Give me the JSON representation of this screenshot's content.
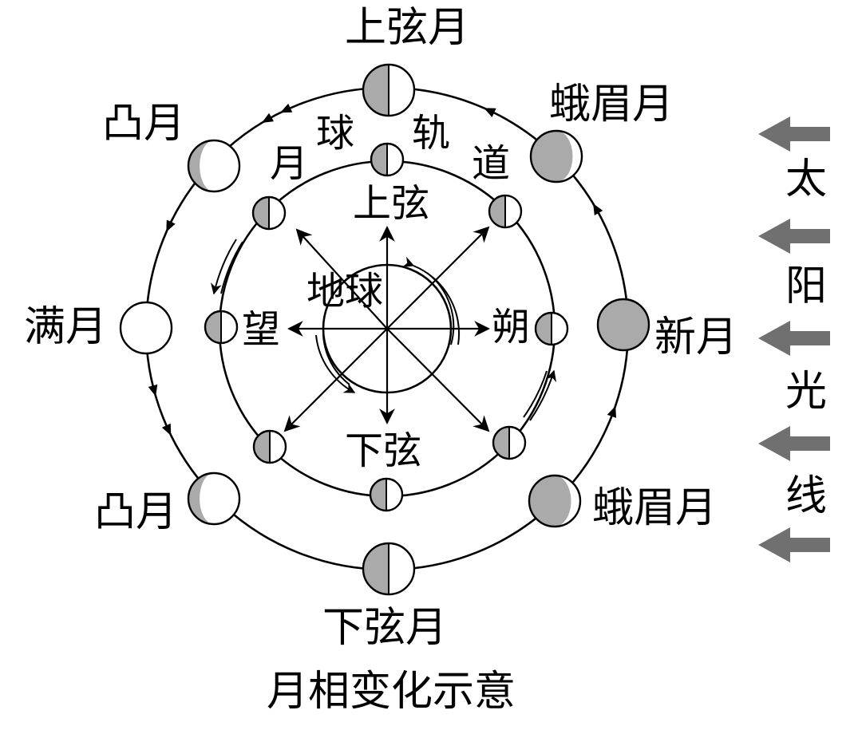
{
  "caption": "月相变化示意",
  "center_label": "地球",
  "inner_orbit_label": [
    "月",
    "球",
    "轨",
    "道"
  ],
  "inner_phases": {
    "first_quarter": "上弦",
    "last_quarter": "下弦",
    "full": "望",
    "new": "朔"
  },
  "outer_phases": {
    "first_quarter": "上弦月",
    "last_quarter": "下弦月",
    "full": "满月",
    "new": "新月",
    "waxing_crescent": "蛾眉月",
    "waning_crescent": "蛾眉月",
    "waxing_gibbous": "凸月",
    "waning_gibbous": "凸月"
  },
  "sunlight_label": [
    "太",
    "阳",
    "光",
    "线"
  ],
  "colors": {
    "moon_dark": "#aaaaaa",
    "sun_arrow": "#707070"
  }
}
